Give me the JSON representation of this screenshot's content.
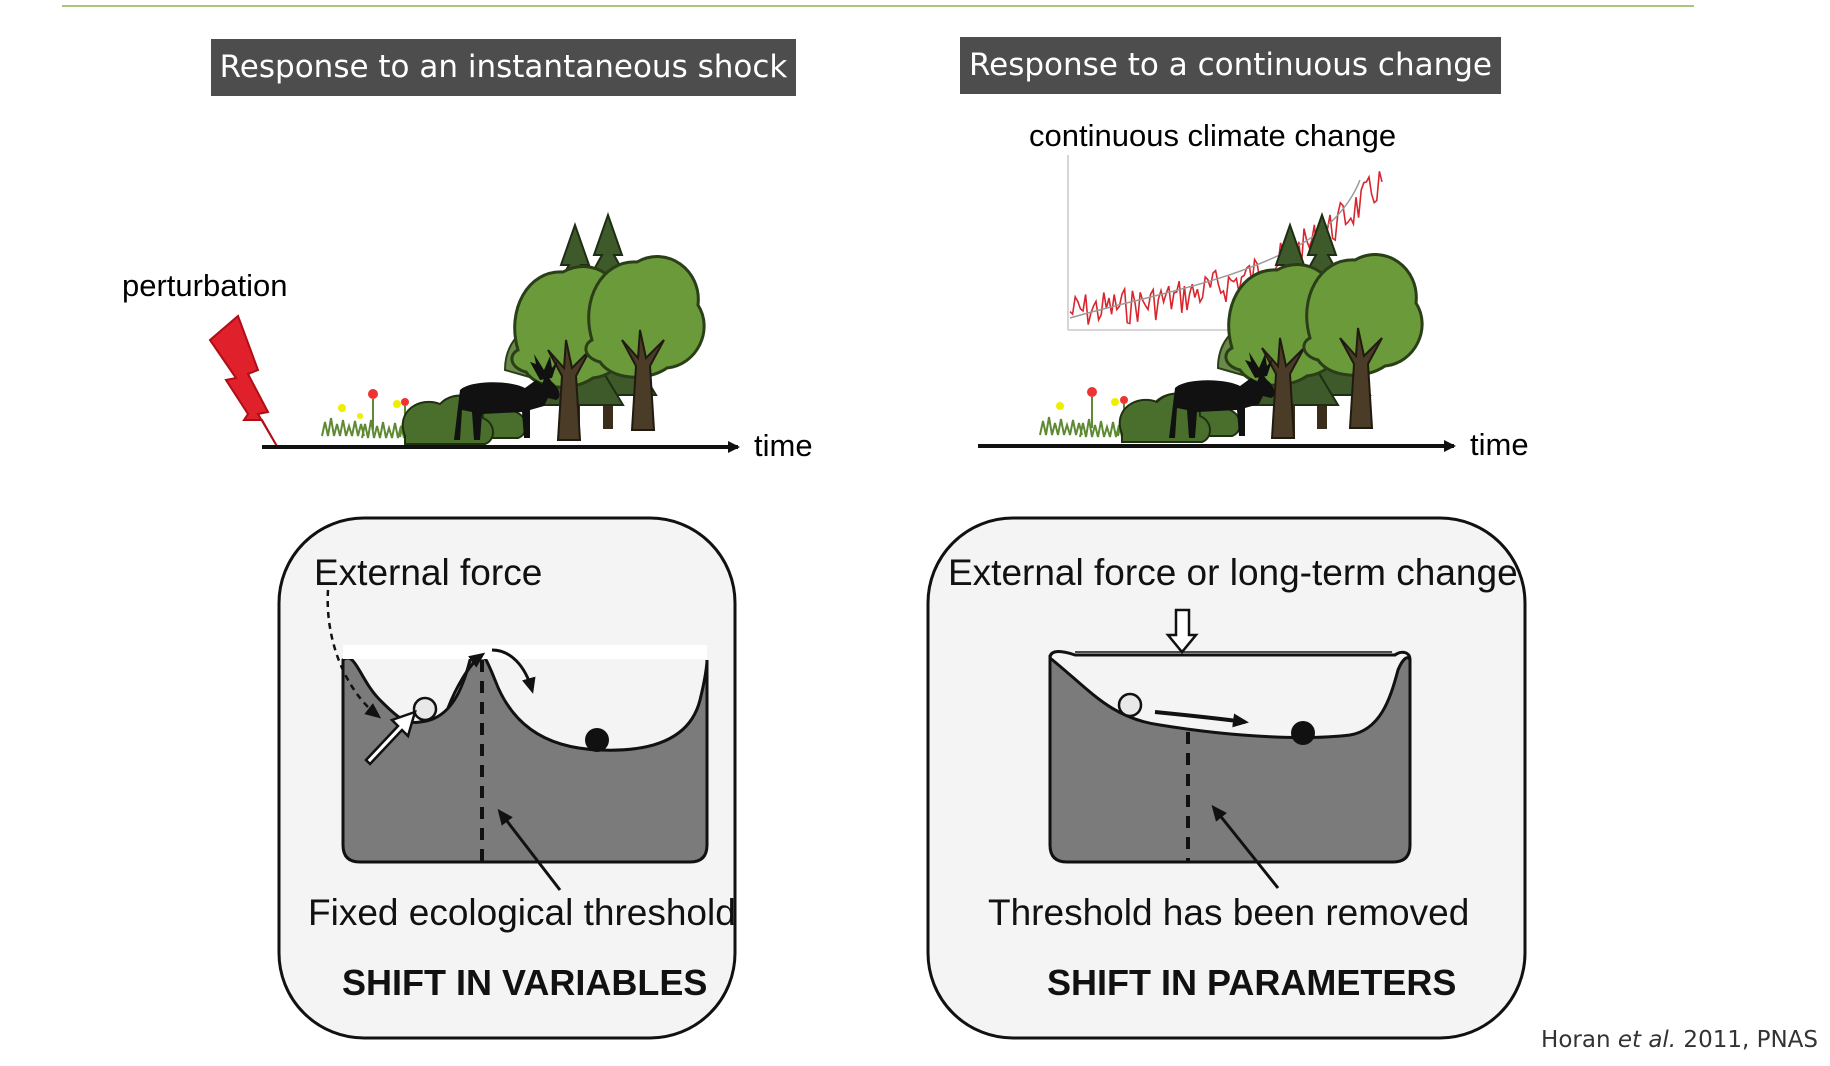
{
  "left_panel": {
    "title": "Response to an instantaneous shock",
    "perturbation_label": "perturbation",
    "axis_label": "time",
    "box_top_label": "External force",
    "box_bottom_label": "Fixed ecological threshold",
    "box_bold_label": "SHIFT IN VARIABLES"
  },
  "right_panel": {
    "title": "Response to a continuous change",
    "climate_label": "continuous climate change",
    "axis_label": "time",
    "box_top_label": "External force or long-term change",
    "box_bottom_label": "Threshold has been removed",
    "box_bold_label": "SHIFT IN PARAMETERS"
  },
  "citation": {
    "author": "Horan ",
    "etal": "et al.",
    "rest": " 2011, PNAS"
  },
  "colors": {
    "title_bg": "#4d4d4d",
    "top_rule": "#a9c77a",
    "lightning": "#e0202a",
    "climate_series": "#d9262e",
    "basin_fill": "#7b7b7b"
  }
}
